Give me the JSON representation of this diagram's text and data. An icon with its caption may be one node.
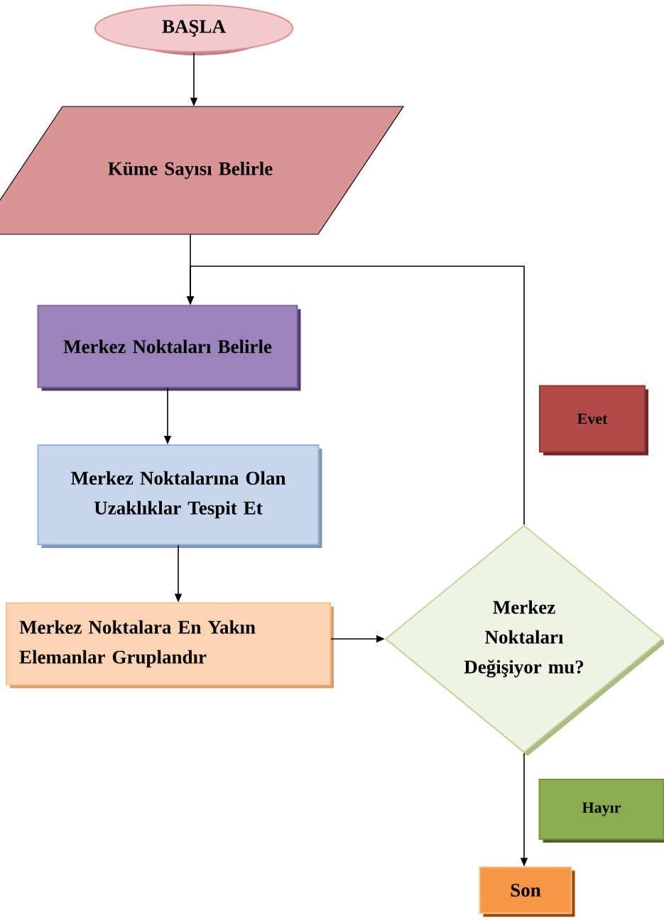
{
  "diagram": {
    "nodes": [
      {
        "text": [
          "BAŞLA"
        ]
      },
      {
        "text": [
          "Küme Sayısı Belirle"
        ]
      },
      {
        "text": [
          "Merkez Noktaları Belirle"
        ]
      },
      {
        "text": [
          "Merkez Noktalarına Olan Uzaklıklar Tespit Et"
        ]
      },
      {
        "text": [
          "Merkez Noktalara En Yakın Elemanlar Gruplandır"
        ]
      },
      {
        "text": [
          "Merkez Noktaları Değişiyor mu?"
        ]
      },
      {
        "text": [
          "Evet"
        ]
      },
      {
        "text": [
          "Hayır"
        ]
      },
      {
        "text": [
          "Son"
        ]
      }
    ],
    "edges": [
      {
        "from": 0,
        "to": 1,
        "arrow": "to"
      },
      {
        "from": 1,
        "to": 2,
        "arrow": "to"
      },
      {
        "from": 2,
        "to": 3,
        "arrow": "to"
      },
      {
        "from": 3,
        "to": 4,
        "arrow": "to"
      },
      {
        "from": 4,
        "to": 5,
        "arrow": "to"
      },
      {
        "from": 5,
        "to": 2,
        "arrow": "to"
      },
      {
        "from": 5,
        "to": 8,
        "arrow": "to"
      }
    ]
  }
}
